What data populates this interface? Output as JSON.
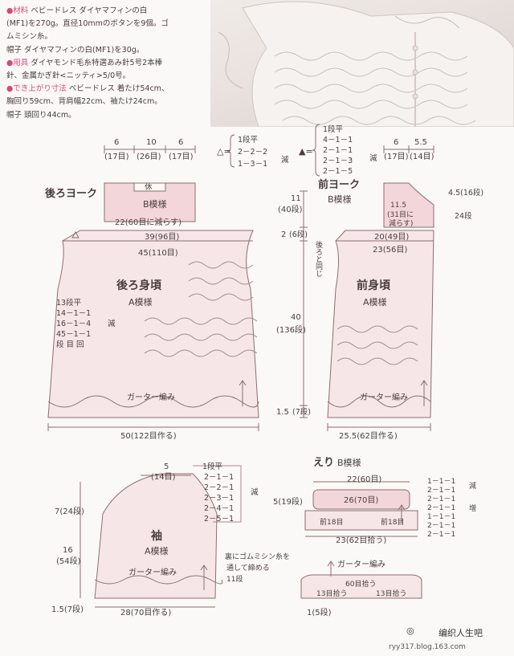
{
  "materials": {
    "line1_label": "材料",
    "line1": " ベビードレス ダイヤマフィンの白",
    "line2": "(MF1)を270g。直径10mmのボタンを9個。ゴ",
    "line3": "ムミシン糸。",
    "line4": "帽子 ダイヤマフィンの白(MF1)を30g。",
    "line5_label": "用具",
    "line5": " ダイヤモンド毛糸特選あみ針5号2本棒",
    "line6": "針、金属かぎ針<ニッティ>5/0号。",
    "line7_label": "でき上がり寸法",
    "line7": " ベビードレス 着たけ54cm、",
    "line8": "胸回り59cm、背肩幅22cm、袖たけ24cm。",
    "line9": "帽子 頭回り44cm。",
    "marker": "●"
  },
  "formulas": {
    "tri_open": {
      "symbol": "△=",
      "l1": "1段平",
      "l2": "2－2－2",
      "l3": "1－3－1",
      "tail": "減"
    },
    "tri_filled": {
      "symbol": "▲=",
      "l1": "1段平",
      "l2": "4－1－1",
      "l3": "2－1－1",
      "l4": "2－1－3",
      "l5": "2－1－5",
      "tail": "減"
    }
  },
  "back": {
    "yoke_title": "後ろヨーク",
    "yoke_pattern": "B模様",
    "yoke_top": "休",
    "top_dims": [
      "6",
      "10",
      "6"
    ],
    "top_rows": [
      "(17目)",
      "(26目)",
      "(17目)"
    ],
    "yoke_bottom": "22(60目に減らす)",
    "w39": "39(96目)",
    "w45": "45(110目)",
    "title": "後ろ身頃",
    "pattern": "A模様",
    "dec_l1": "13段平",
    "dec_l2": "14－1－1",
    "dec_l3": "16－1－4",
    "dec_l4": "45－1－1",
    "dec_l5": "段 目 回",
    "dec_tail": "減",
    "garter": "ガーター編み",
    "bottom": "50(122目作る)"
  },
  "front": {
    "yoke_title": "前ヨーク",
    "yoke_pattern": "B模様",
    "top_dims": [
      "6",
      "5.5"
    ],
    "top_rows": [
      "(17目)",
      "(14目)"
    ],
    "side_h1": "4.5(16段)",
    "side_h2": "24段",
    "neck1": "11.5",
    "neck2": "(31目に",
    "neck3": "減らす)",
    "h11": "11",
    "h11r": "(40段)",
    "h2": "2",
    "h2r": "(6段)",
    "w20": "20(49目)",
    "w23": "23(56目)",
    "note": "後ろと同じ",
    "h40": "40",
    "h40r": "(136段)",
    "h15": "1.5",
    "h15r": "(7段)",
    "title": "前身頃",
    "pattern": "A模様",
    "garter": "ガーター編み",
    "bottom": "25.5(62目作る)"
  },
  "sleeve": {
    "top_w": "5",
    "top_r": "(14目)",
    "f_l1": "1段平",
    "f_l2": "2－1－1",
    "f_l3": "2－2－1",
    "f_l4": "2－3－1",
    "f_l5": "2－4－1",
    "f_l6": "2－5－1",
    "f_tail": "減",
    "h7": "7(24段)",
    "h16": "16",
    "h16r": "(54段)",
    "h15": "1.5(7段)",
    "title": "袖",
    "pattern": "A模様",
    "garter": "ガーター編み",
    "note1": "裏にゴムミシン糸を",
    "note2": "通して締める",
    "note3": "11段",
    "bottom": "28(70目作る)"
  },
  "collar": {
    "title": "えり",
    "pattern": "B模様",
    "top": "22(60目)",
    "h5": "5(19段)",
    "w26": "26(70目)",
    "left": "前18目",
    "right": "前18目",
    "bottom": "23(62目拾う)",
    "dec_l1": "1－1－1",
    "dec_l2": "2－1－1",
    "dec_l3": "2－1－1",
    "dec_l4": "2－1－1",
    "dec_tail": "減",
    "inc_l1": "1－1－1",
    "inc_l2": "2－1－1",
    "inc_l3": "2－1－1",
    "inc_tail": "増",
    "garter": "ガーター編み",
    "mid": "60目拾う",
    "left13": "13目拾う",
    "right13": "13目拾う",
    "b_h": "1(5段)"
  },
  "watermark": {
    "icon": "◎",
    "title": "编织人生吧",
    "url": "ryy317.blog.163.com"
  }
}
